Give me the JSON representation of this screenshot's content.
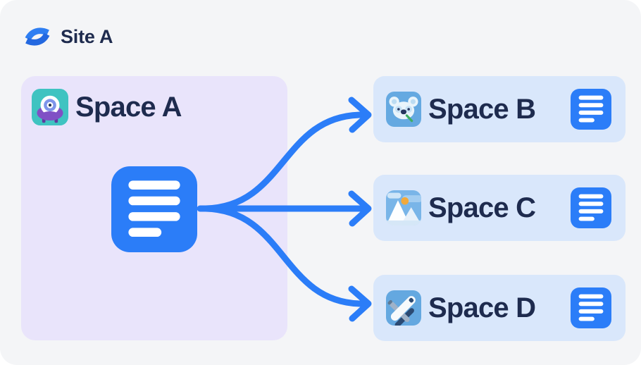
{
  "header": {
    "logo_icon": "confluence-logo-icon",
    "site_label": "Site A"
  },
  "source_space": {
    "label": "Space A",
    "avatar_icon": "alien-avatar-icon",
    "page_icon": "document-icon"
  },
  "target_spaces": [
    {
      "label": "Space B",
      "avatar_icon": "koala-avatar-icon",
      "page_icon": "document-icon"
    },
    {
      "label": "Space C",
      "avatar_icon": "mountains-avatar-icon",
      "page_icon": "document-icon"
    },
    {
      "label": "Space D",
      "avatar_icon": "airplane-avatar-icon",
      "page_icon": "document-icon"
    }
  ],
  "arrows": {
    "from_label": "Space A",
    "to_labels": [
      "Space B",
      "Space C",
      "Space D"
    ]
  },
  "colors": {
    "canvas_bg": "#f4f5f7",
    "accent_blue": "#2b7df8",
    "source_panel_bg": "#e9e4fb",
    "target_card_bg": "#d9e7fb",
    "text_navy": "#1e2b4e",
    "alien_avatar_bg": "#3fc3c1",
    "koala_avatar_bg": "#65a9e1",
    "mountains_avatar_bg": "#79b5e8",
    "airplane_avatar_bg": "#64a8e0"
  }
}
